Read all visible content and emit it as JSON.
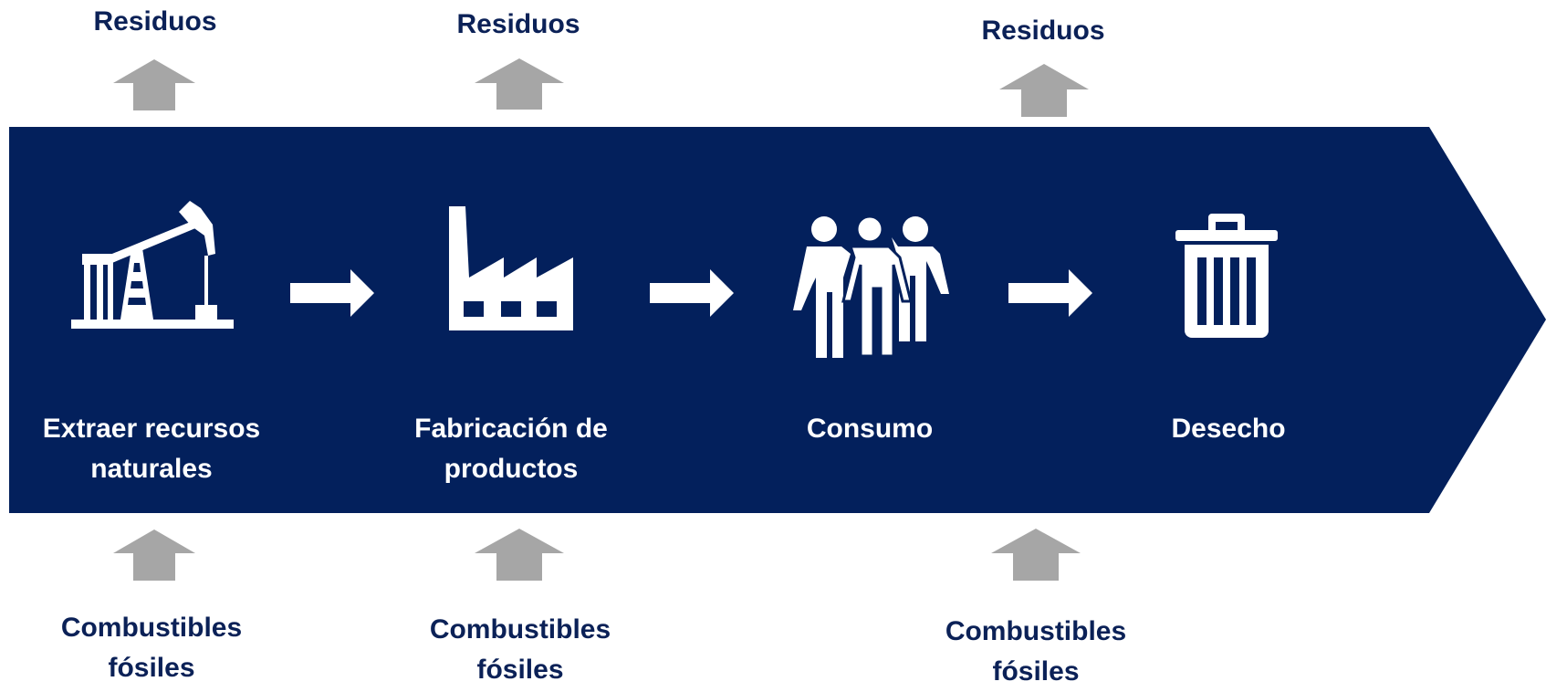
{
  "top_labels": [
    "Residuos",
    "Residuos",
    "Residuos"
  ],
  "bottom_labels": [
    {
      "line1": "Combustibles",
      "line2": "fósiles"
    },
    {
      "line1": "Combustibles",
      "line2": "fósiles"
    },
    {
      "line1": "Combustibles",
      "line2": "fósiles"
    }
  ],
  "stages": [
    {
      "label": "Extraer recursos\nnaturales",
      "icon": "oil-pump-icon"
    },
    {
      "label": "Fabricación de\nproductos",
      "icon": "factory-icon"
    },
    {
      "label": "Consumo",
      "icon": "people-icon"
    },
    {
      "label": "Desecho",
      "icon": "trash-can-icon"
    }
  ],
  "colors": {
    "band": "#03205c",
    "text_dark": "#0b2157",
    "arrow_gray": "#a6a6a6",
    "white": "#ffffff"
  }
}
